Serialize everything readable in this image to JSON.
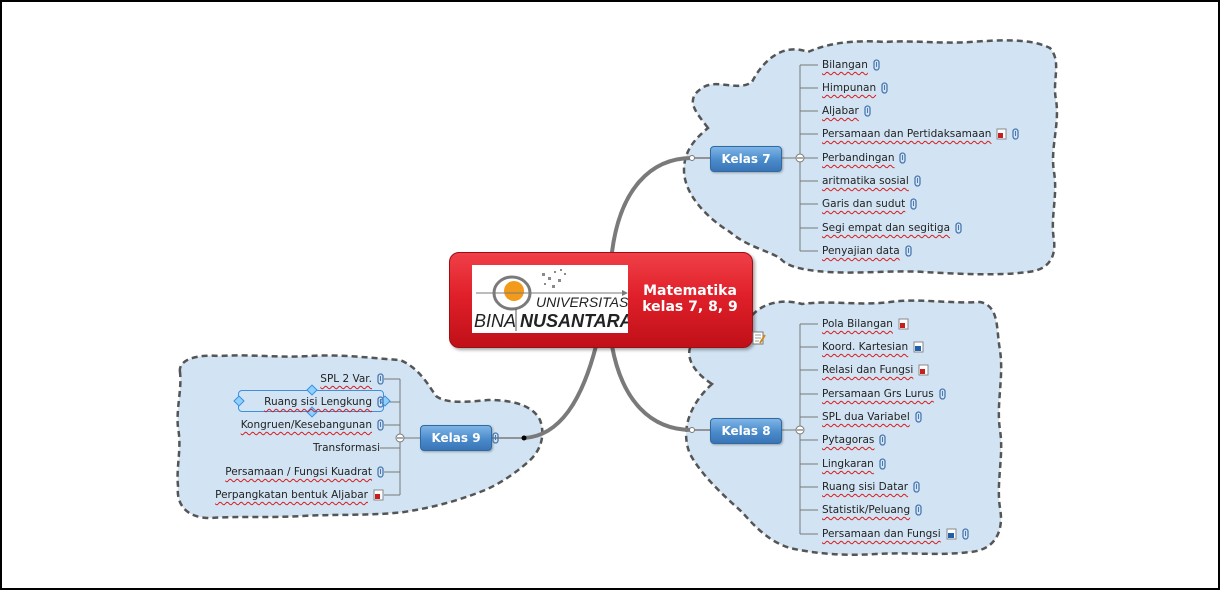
{
  "central": {
    "logo_top": "UNIVERSITAS",
    "logo_left": "BINA",
    "logo_right": "NUSANTARA",
    "title_line1": "Matematika",
    "title_line2": "kelas 7, 8, 9"
  },
  "branches": {
    "kelas7": {
      "label": "Kelas 7",
      "topics": [
        {
          "label": "Bilangan",
          "icons": [
            "attachment"
          ]
        },
        {
          "label": "Himpunan",
          "icons": [
            "attachment"
          ]
        },
        {
          "label": "Aljabar",
          "icons": [
            "attachment"
          ]
        },
        {
          "label": "Persamaan dan Pertidaksamaan",
          "icons": [
            "pdf",
            "attachment"
          ]
        },
        {
          "label": "Perbandingan",
          "icons": [
            "attachment"
          ]
        },
        {
          "label": "aritmatika sosial",
          "icons": [
            "attachment"
          ]
        },
        {
          "label": "Garis dan sudut",
          "icons": [
            "attachment"
          ]
        },
        {
          "label": "Segi empat dan segitiga",
          "icons": [
            "attachment"
          ]
        },
        {
          "label": "Penyajian data",
          "icons": [
            "attachment"
          ]
        }
      ]
    },
    "kelas8": {
      "label": "Kelas 8",
      "topics": [
        {
          "label": "Pola Bilangan",
          "icons": [
            "pdf"
          ]
        },
        {
          "label": "Koord. Kartesian",
          "icons": [
            "doc-blue"
          ]
        },
        {
          "label": "Relasi dan Fungsi",
          "icons": [
            "pdf"
          ]
        },
        {
          "label": "Persamaan Grs Lurus",
          "icons": [
            "attachment"
          ]
        },
        {
          "label": "SPL dua Variabel",
          "icons": [
            "attachment"
          ]
        },
        {
          "label": "Pytagoras",
          "icons": [
            "attachment"
          ]
        },
        {
          "label": "Lingkaran",
          "icons": [
            "attachment"
          ]
        },
        {
          "label": "Ruang sisi Datar",
          "icons": [
            "attachment"
          ]
        },
        {
          "label": "Statistik/Peluang",
          "icons": [
            "attachment"
          ]
        },
        {
          "label": "Persamaan dan Fungsi",
          "icons": [
            "doc-blue",
            "attachment"
          ]
        }
      ]
    },
    "kelas9": {
      "label": "Kelas 9",
      "topics": [
        {
          "label": "SPL 2 Var.",
          "icons": [
            "attachment"
          ]
        },
        {
          "label": "Ruang sisi Lengkung",
          "icons": [
            "attachment"
          ]
        },
        {
          "label": "Kongruen/Kesebangunan",
          "icons": [
            "attachment"
          ]
        },
        {
          "label": "Transformasi",
          "icons": []
        },
        {
          "label": "Persamaan / Fungsi Kuadrat",
          "icons": [
            "attachment"
          ]
        },
        {
          "label": "Perpangkatan bentuk Aljabar",
          "icons": [
            "pdf"
          ]
        }
      ]
    }
  },
  "colors": {
    "central": "#e0202a",
    "subtopic": "#4a8bcb",
    "cloud_fill": "#d2e4f3",
    "cloud_stroke": "#555555",
    "connector": "#7a7a7a"
  }
}
